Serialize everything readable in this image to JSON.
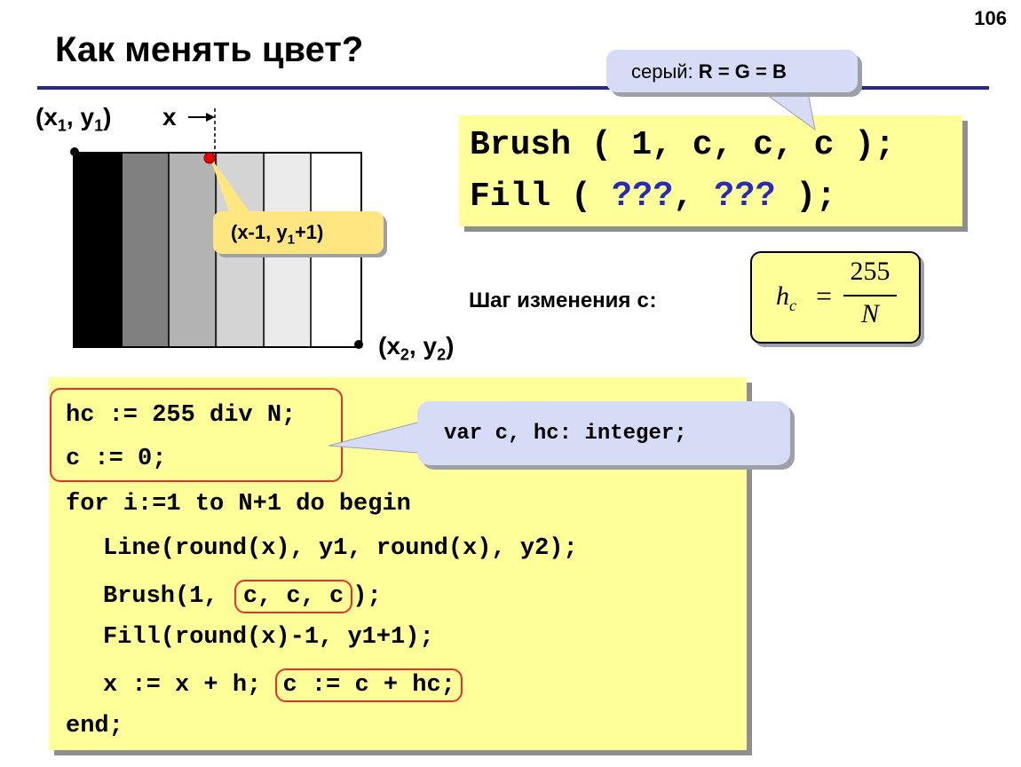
{
  "page_number": "106",
  "title": "Как менять цвет?",
  "callout_top": {
    "prefix": "серый: ",
    "formula": "R = G = B"
  },
  "code_box_top": {
    "line1": "Brush ( 1, c, c, c );",
    "line2_prefix": "Fill ( ",
    "q1": "???",
    "sep": ", ",
    "q2": "???",
    "line2_suffix": " );"
  },
  "diagram": {
    "corner1_label": "(x",
    "corner1_sub1": "1",
    "corner1_mid": ", y",
    "corner1_sub2": "1",
    "corner1_end": ")",
    "x_label": "x",
    "corner2_label": "(x",
    "corner2_sub1": "2",
    "corner2_mid": ", y",
    "corner2_sub2": "2",
    "corner2_end": ")",
    "point_label_prefix": "(x-1, y",
    "point_label_sub": "1",
    "point_label_suffix": "+1)",
    "stripe_colors": [
      "#000000",
      "#808080",
      "#b3b3b3",
      "#d4d4d4",
      "#ebebeb",
      "#ffffff"
    ],
    "point_color": "#e60000"
  },
  "step": {
    "label": "Шаг изменения ",
    "var": "c",
    "colon": ":"
  },
  "formula": {
    "lhs": "h",
    "lhs_sub": "c",
    "eq": "=",
    "numerator": "255",
    "denominator": "N"
  },
  "code_main": {
    "l1": "hc := 255 div N;",
    "l2": "c := 0;",
    "l3": "for i:=1 to N+1 do begin",
    "l4": "Line(round(x), y1, round(x), y2);",
    "l5_pre": "Brush(1,",
    "l5_box": "c, c, c",
    "l5_post": ");",
    "l6": "Fill(round(x)-1, y1+1);",
    "l7_pre": "x := x + h;",
    "l7_box": "c := c + hc;",
    "l8": "end;"
  },
  "callout_var": "var c, hc: integer;"
}
